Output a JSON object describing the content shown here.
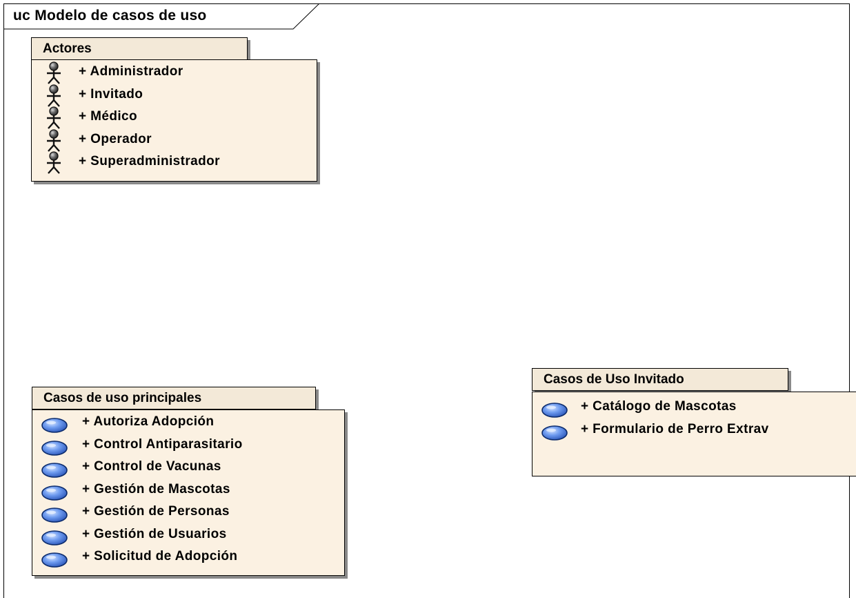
{
  "diagram": {
    "title": "uc Modelo de casos de uso"
  },
  "packages": {
    "actores": {
      "title": "Actores",
      "items": [
        "+ Administrador",
        "+ Invitado",
        "+ Médico",
        "+ Operador",
        "+ Superadministrador"
      ]
    },
    "principales": {
      "title": "Casos de uso principales",
      "items": [
        "+ Autoriza Adopción",
        "+ Control Antiparasitario",
        "+ Control de Vacunas",
        "+ Gestión de Mascotas",
        "+ Gestión de Personas",
        "+ Gestión de Usuarios",
        "+ Solicitud de Adopción"
      ]
    },
    "invitado": {
      "title": "Casos de Uso Invitado",
      "items": [
        "+ Catálogo de Mascotas",
        "+ Formulario de Perro Extrav"
      ]
    }
  },
  "colors": {
    "package_tab": "#f3e9d8",
    "package_body": "#fbf1e2",
    "shadow": "#8a8a8a",
    "usecase_fill": "#4f7fe0",
    "actor_fill": "#3a3a3a"
  },
  "icons": {
    "actor": "actor-icon",
    "usecase": "usecase-icon"
  }
}
